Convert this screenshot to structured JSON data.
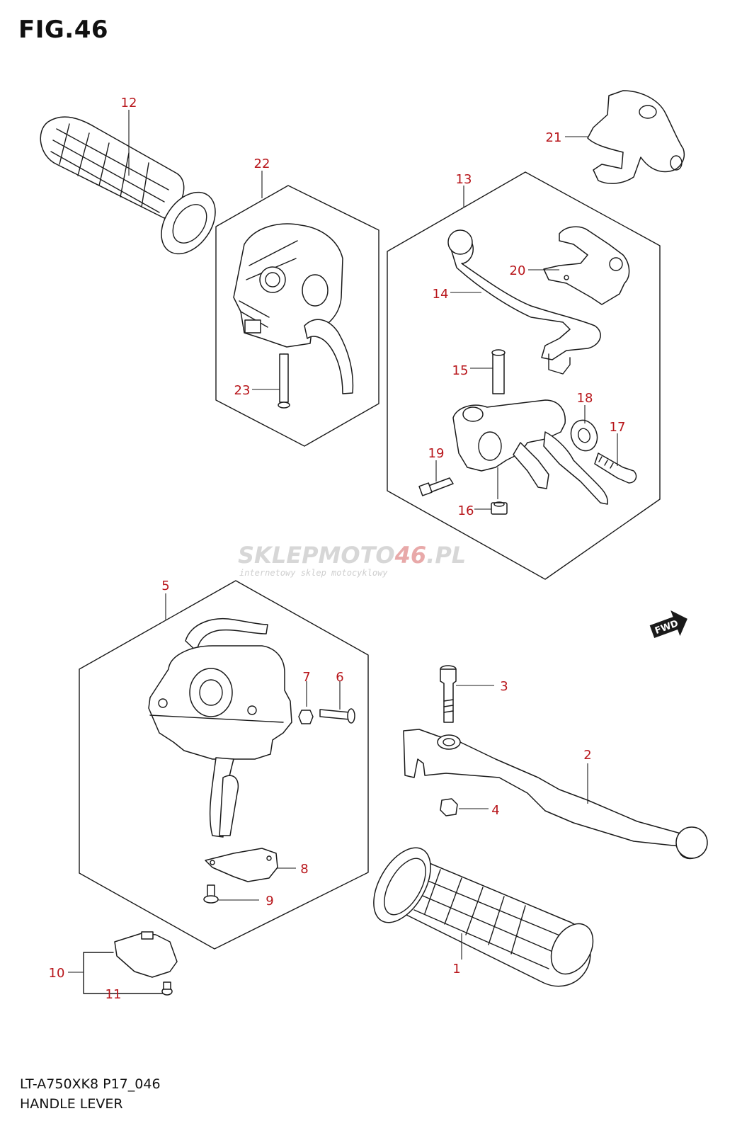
{
  "figure": {
    "title": "FIG.46",
    "model_code": "LT-A750XK8 P17_046",
    "name": "HANDLE LEVER"
  },
  "callouts": [
    "1",
    "2",
    "3",
    "4",
    "5",
    "6",
    "7",
    "8",
    "9",
    "10",
    "11",
    "12",
    "13",
    "14",
    "15",
    "16",
    "17",
    "18",
    "19",
    "20",
    "21",
    "22",
    "23"
  ],
  "direction_badge": "FWD",
  "watermark": {
    "brand_left": "SKLEP",
    "brand_right": "MOTO",
    "brand_number": "46",
    "brand_suffix": ".PL",
    "tagline": "internetowy sklep motocyklowy"
  },
  "colors": {
    "callout": "#b8161b",
    "line": "#1a1a1a",
    "watermark": "#d7d7d7"
  }
}
